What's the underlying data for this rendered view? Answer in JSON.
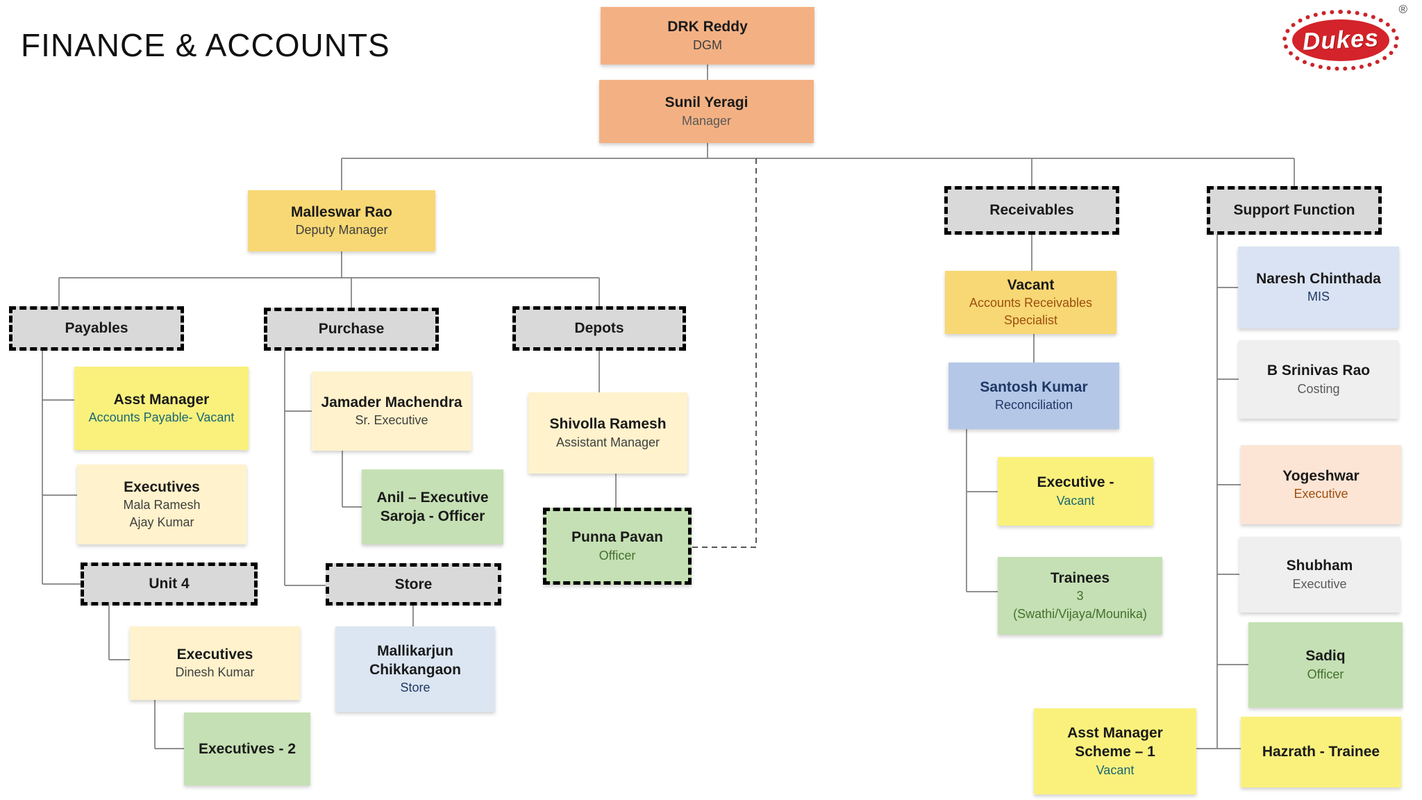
{
  "title": "FINANCE & ACCOUNTS",
  "logo": {
    "brand": "Dukes",
    "registered": "®"
  },
  "colors": {
    "orange": "#F3B183",
    "gold": "#F8D874",
    "yellow": "#FAF17D",
    "cream": "#FFF2CC",
    "green": "#C5E0B4",
    "blue_light": "#DCE6F2",
    "blue_medium": "#B4C7E7",
    "gray_header": "#D9D9D9",
    "peach": "#FCE5D5",
    "teal_text": "#1B6775",
    "brown_text": "#9C4F10",
    "dark_blue_text": "#1F3864",
    "dark_green_text": "#44702C"
  },
  "nodes": {
    "dgm": {
      "name": "DRK Reddy",
      "role": "DGM"
    },
    "manager": {
      "name": "Sunil Yeragi",
      "role": "Manager"
    },
    "deputy_manager": {
      "name": "Malleswar Rao",
      "role": "Deputy Manager"
    },
    "payables_header": {
      "label": "Payables"
    },
    "asst_manager_ap": {
      "name": "Asst Manager",
      "role": "Accounts Payable- Vacant"
    },
    "payables_executives": {
      "name": "Executives",
      "member1": "Mala Ramesh",
      "member2": "Ajay Kumar"
    },
    "unit4_header": {
      "label": "Unit 4"
    },
    "unit4_executives": {
      "name": "Executives",
      "member1": "Dinesh Kumar"
    },
    "unit4_executives2": {
      "name": "Executives - 2"
    },
    "purchase_header": {
      "label": "Purchase"
    },
    "purchase_sr_executive": {
      "name": "Jamader Machendra",
      "role": "Sr. Executive"
    },
    "purchase_staff": {
      "line1": "Anil – Executive",
      "line2": "Saroja - Officer"
    },
    "store_header": {
      "label": "Store"
    },
    "store_person": {
      "name": "Mallikarjun Chikkangaon",
      "role": "Store"
    },
    "depots_header": {
      "label": "Depots"
    },
    "depots_asst_manager": {
      "name": "Shivolla Ramesh",
      "role": "Assistant Manager"
    },
    "depots_officer": {
      "name": "Punna Pavan",
      "role": "Officer"
    },
    "receivables_header": {
      "label": "Receivables"
    },
    "receivables_specialist": {
      "name": "Vacant",
      "role": "Accounts Receivables Specialist"
    },
    "reconciliation": {
      "name": "Santosh Kumar",
      "role": "Reconciliation"
    },
    "receivables_executive": {
      "name": "Executive -",
      "role": "Vacant"
    },
    "trainees": {
      "name": "Trainees",
      "count": "3",
      "members": "(Swathi/Vijaya/Mounika)"
    },
    "scheme_asst_manager": {
      "name": "Asst Manager Scheme – 1",
      "role": "Vacant"
    },
    "support_header": {
      "label": "Support Function"
    },
    "support_mis": {
      "name": "Naresh Chinthada",
      "role": "MIS"
    },
    "support_costing": {
      "name": "B Srinivas Rao",
      "role": "Costing"
    },
    "support_executive1": {
      "name": "Yogeshwar",
      "role": "Executive"
    },
    "support_executive2": {
      "name": "Shubham",
      "role": "Executive"
    },
    "support_officer": {
      "name": "Sadiq",
      "role": "Officer"
    },
    "support_trainee": {
      "name": "Hazrath - Trainee"
    }
  }
}
